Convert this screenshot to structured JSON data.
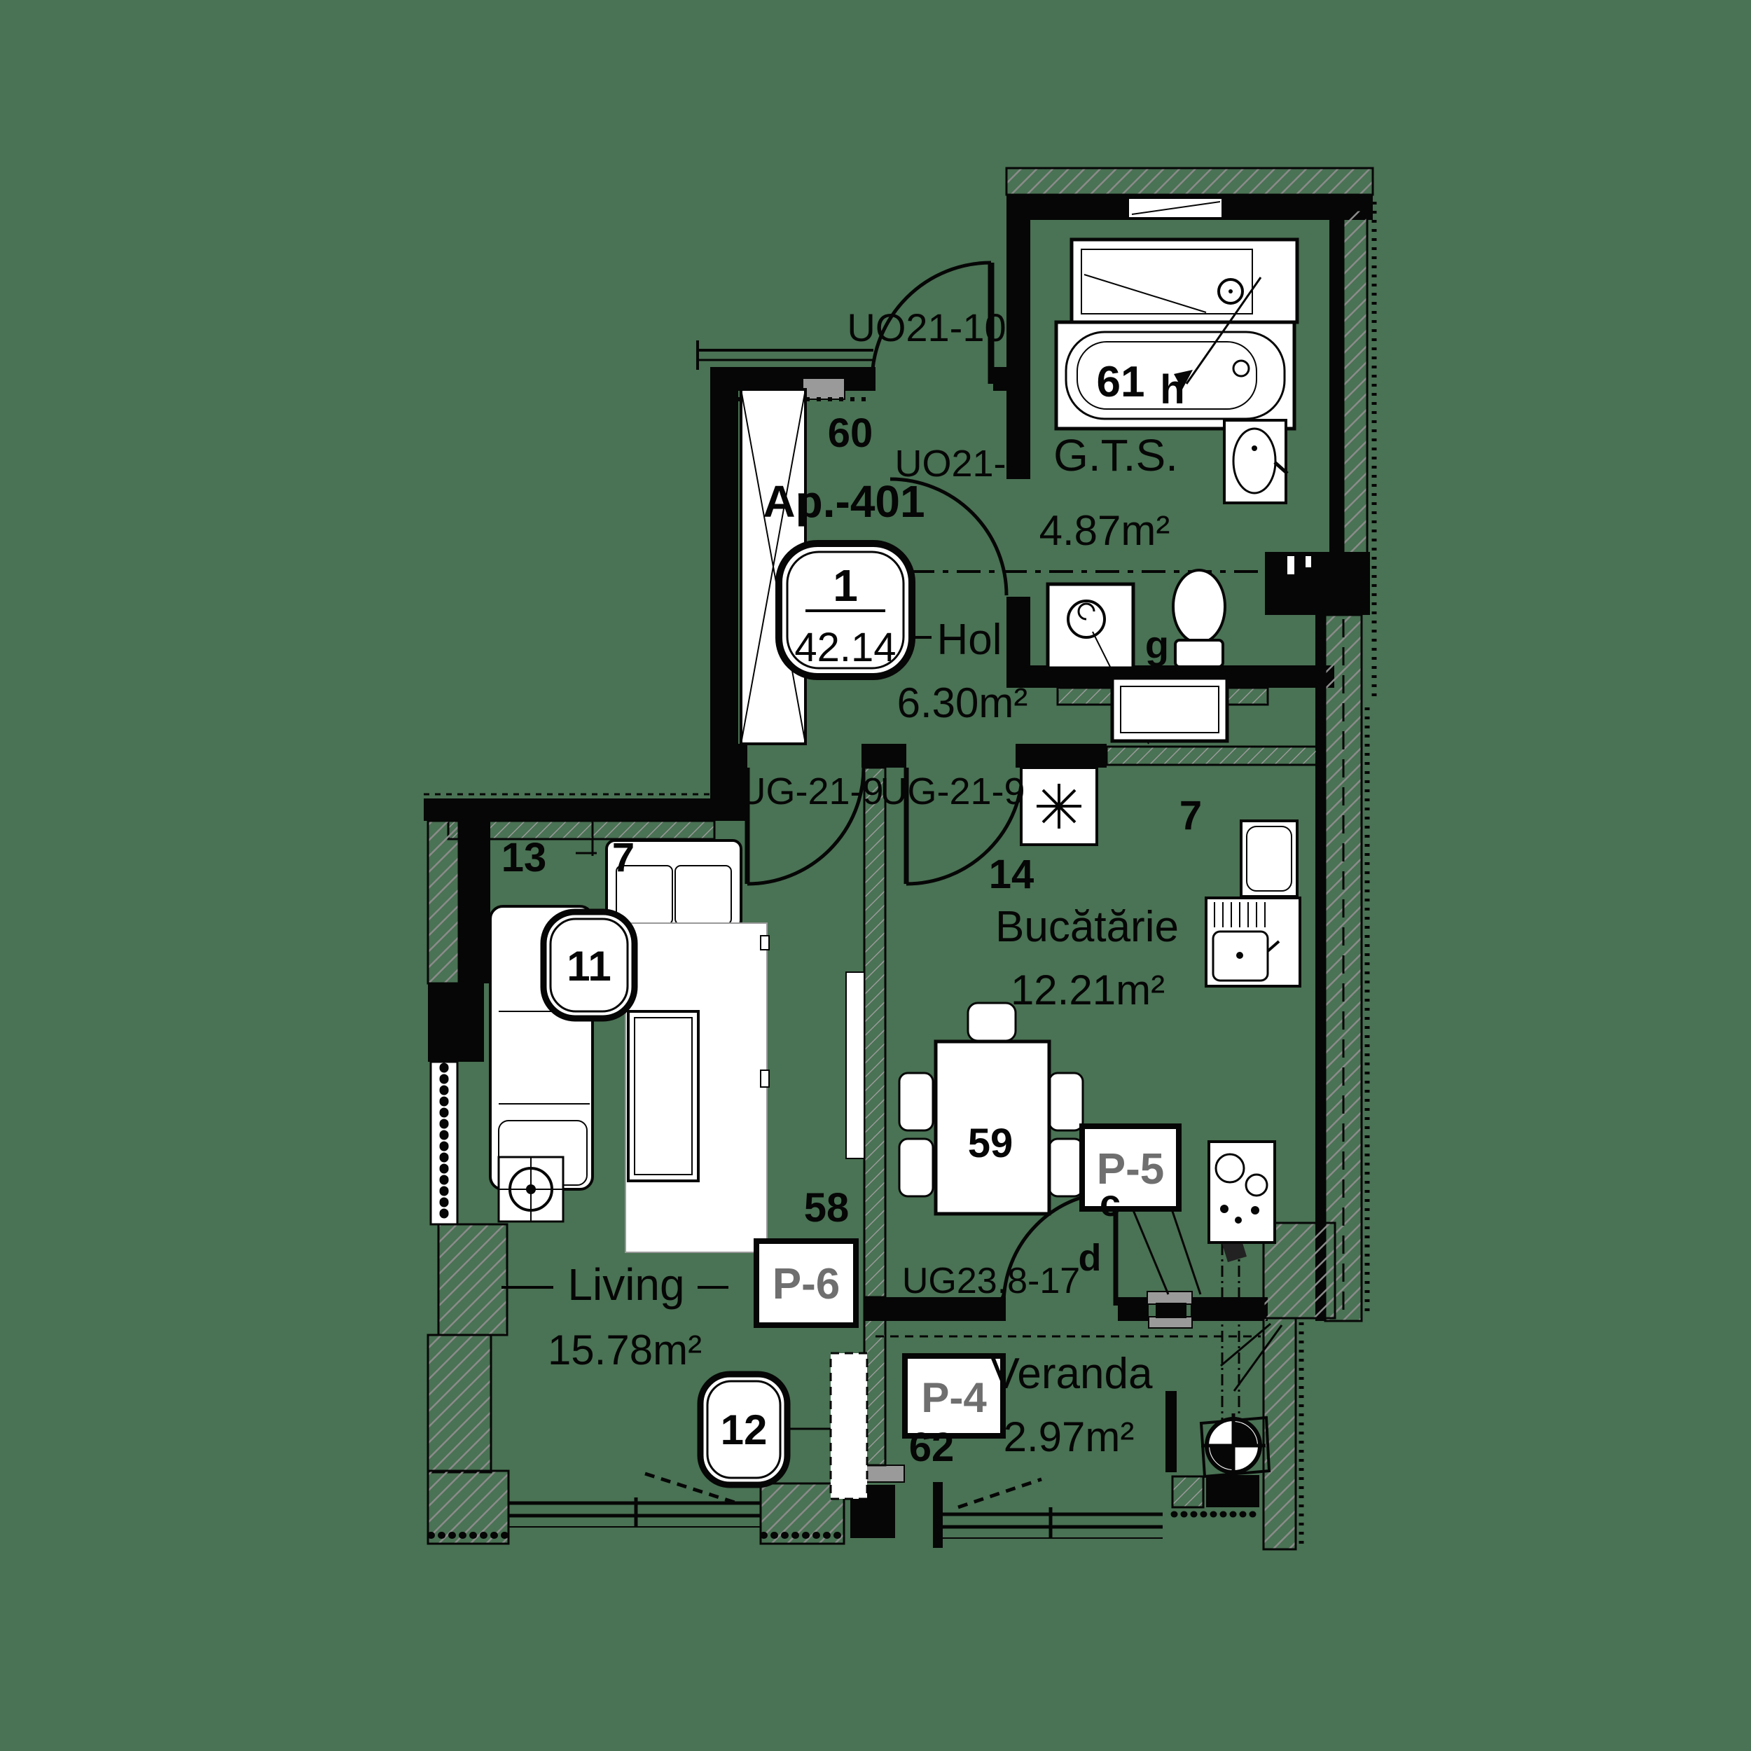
{
  "canvas": {
    "background_color": "#4a7254",
    "ink_color": "#060606",
    "hatch_color": "#8b8b8b",
    "tag_text_color": "#6f6f6f",
    "fixture_fill": "#ffffff"
  },
  "plan": {
    "apartment_label": "Ap.-401",
    "area_badge": {
      "number": "1",
      "area": "42.14"
    },
    "rooms": [
      {
        "key": "hol",
        "name": "Hol",
        "area": "6.30m²"
      },
      {
        "key": "gts",
        "name": "G.T.S.",
        "area": "4.87m²"
      },
      {
        "key": "bucatarie",
        "name": "Bucătărie",
        "area": "12.21m²",
        "room_number": "14"
      },
      {
        "key": "living",
        "name": "Living",
        "area": "15.78m²"
      },
      {
        "key": "veranda",
        "name": "Veranda",
        "area": "2.97m²"
      }
    ],
    "openings": [
      {
        "code": "UO21-10",
        "type": "entry-door"
      },
      {
        "code": "UO21-8",
        "type": "bathroom-door"
      },
      {
        "code": "UG-21-9",
        "type": "living-door"
      },
      {
        "code": "UG-21-9",
        "type": "kitchen-door"
      },
      {
        "code": "UG23,8-17",
        "type": "veranda-door-window"
      }
    ],
    "item_numbers": {
      "wardrobe": "60",
      "bathtub": "61",
      "bathtub_suffix": "h",
      "toilet_letter": "g",
      "window_left": "13",
      "window_right": "7",
      "kitchen_door": "7",
      "sofa": "11",
      "tv_zone": "12",
      "partition": "58",
      "table": "59",
      "veranda_floor": "62",
      "door_letter_c": "c",
      "door_letter_d": "d"
    },
    "position_tags": [
      "P-4",
      "P-5",
      "P-6"
    ]
  }
}
